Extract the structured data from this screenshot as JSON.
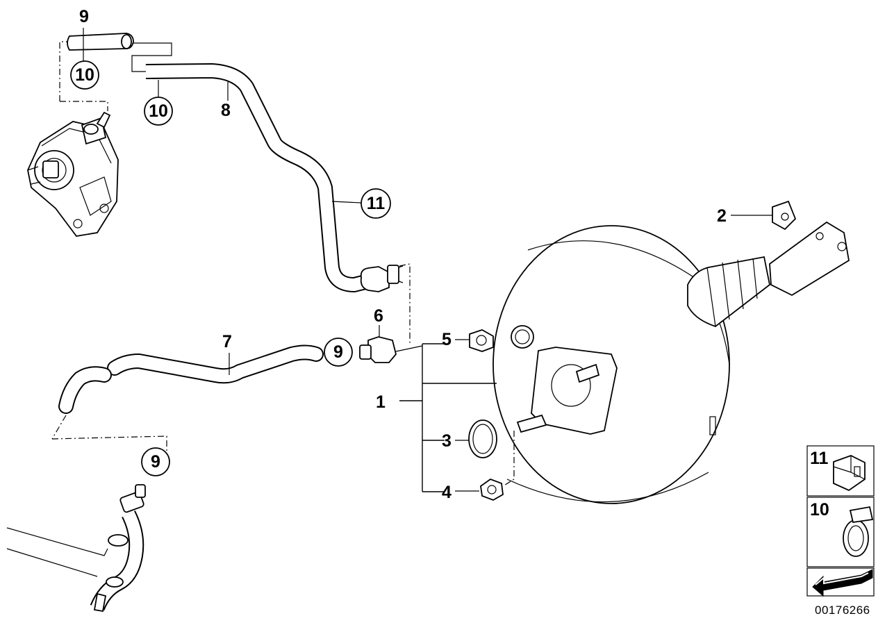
{
  "callouts": {
    "c1": "1",
    "c2": "2",
    "c3": "3",
    "c4": "4",
    "c5": "5",
    "c6": "6",
    "c7": "7",
    "c8": "8",
    "c9_top": "9",
    "c9_mid": "9",
    "c9_low": "9",
    "c10_a": "10",
    "c10_b": "10",
    "c11": "11"
  },
  "legend": {
    "item11": "11",
    "item10": "10"
  },
  "document_id": "00176266"
}
